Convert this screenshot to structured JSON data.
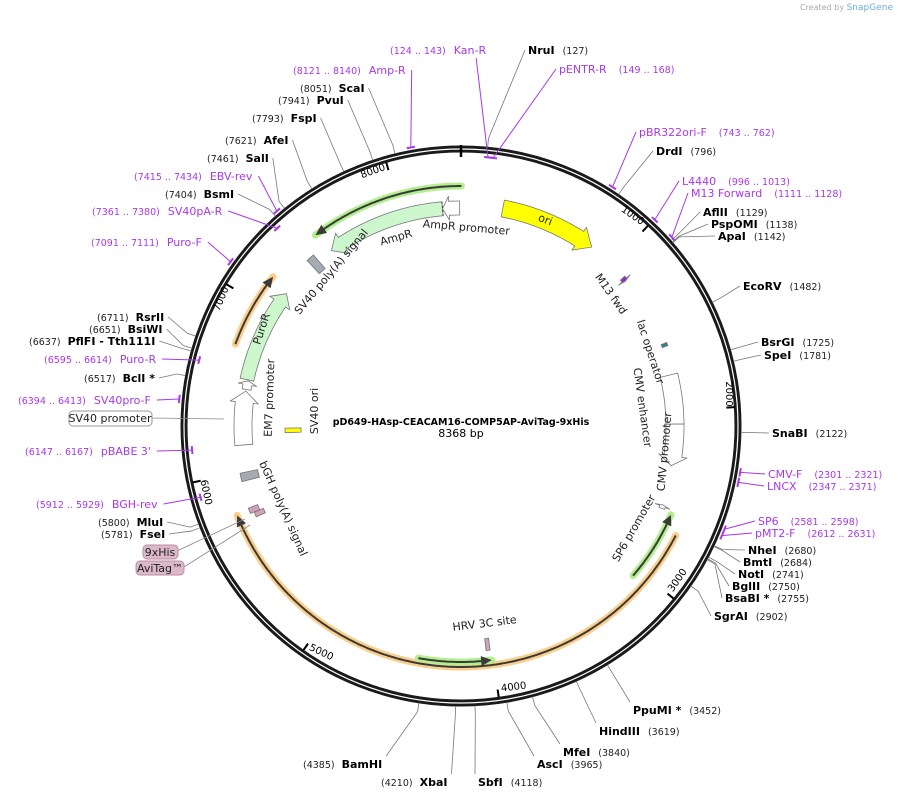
{
  "credit": {
    "prefix": "Created by",
    "brand": "SnapGene"
  },
  "plasmid": {
    "name": "pD649-HAsp-CEACAM16-COMP5AP-AviTag-9xHis",
    "length_label": "8368 bp",
    "length": 8368
  },
  "ticks": [
    {
      "label": "1000",
      "pos": 1000
    },
    {
      "label": "2000",
      "pos": 2000
    },
    {
      "label": "3000",
      "pos": 3000
    },
    {
      "label": "4000",
      "pos": 4000
    },
    {
      "label": "5000",
      "pos": 5000
    },
    {
      "label": "6000",
      "pos": 6000
    },
    {
      "label": "7000",
      "pos": 7000
    },
    {
      "label": "8000",
      "pos": 8000
    }
  ],
  "sites": [
    {
      "name": "NruI",
      "pos": 127
    },
    {
      "name": "DrdI",
      "pos": 796
    },
    {
      "name": "AflII",
      "pos": 1129
    },
    {
      "name": "PspOMI",
      "pos": 1138
    },
    {
      "name": "ApaI",
      "pos": 1142
    },
    {
      "name": "EcoRV",
      "pos": 1482
    },
    {
      "name": "BsrGI",
      "pos": 1725
    },
    {
      "name": "SpeI",
      "pos": 1781
    },
    {
      "name": "SnaBI",
      "pos": 2122
    },
    {
      "name": "NheI",
      "pos": 2680
    },
    {
      "name": "BmtI",
      "pos": 2684
    },
    {
      "name": "NotI",
      "pos": 2741
    },
    {
      "name": "BglII",
      "pos": 2750
    },
    {
      "name": "BsaBI *",
      "pos": 2755
    },
    {
      "name": "SgrAI",
      "pos": 2902
    },
    {
      "name": "PpuMI *",
      "pos": 3452
    },
    {
      "name": "HindIII",
      "pos": 3619
    },
    {
      "name": "MfeI",
      "pos": 3840
    },
    {
      "name": "AscI",
      "pos": 3965
    },
    {
      "name": "SbfI",
      "pos": 4118
    },
    {
      "name": "XbaI",
      "pos": 4210
    },
    {
      "name": "BamHI",
      "pos": 4385
    },
    {
      "name": "FseI",
      "pos": 5781
    },
    {
      "name": "MluI",
      "pos": 5800
    },
    {
      "name": "BclI *",
      "pos": 6517
    },
    {
      "name": "PflFI   - Tth111I",
      "pos": 6637
    },
    {
      "name": "BsiWI",
      "pos": 6651
    },
    {
      "name": "RsrII",
      "pos": 6711
    },
    {
      "name": "BsmI",
      "pos": 7404
    },
    {
      "name": "SalI",
      "pos": 7461
    },
    {
      "name": "AfeI",
      "pos": 7621
    },
    {
      "name": "FspI",
      "pos": 7793
    },
    {
      "name": "PvuI",
      "pos": 7941
    },
    {
      "name": "ScaI",
      "pos": 8051
    }
  ],
  "primers": [
    {
      "name": "Kan-R",
      "range": "124 .. 143",
      "strand": "rev"
    },
    {
      "name": "pENTR-R",
      "range": "149 .. 168",
      "strand": "rev"
    },
    {
      "name": "pBR322ori-F",
      "range": "743 .. 762",
      "strand": "fwd"
    },
    {
      "name": "L4440",
      "range": "996 .. 1013",
      "strand": "fwd"
    },
    {
      "name": "M13 Forward",
      "range": "1111 .. 1128",
      "strand": "fwd"
    },
    {
      "name": "CMV-F",
      "range": "2301 .. 2321",
      "strand": "fwd"
    },
    {
      "name": "LNCX",
      "range": "2347 .. 2371",
      "strand": "fwd"
    },
    {
      "name": "SP6",
      "range": "2581 .. 2598",
      "strand": "fwd"
    },
    {
      "name": "pMT2-F",
      "range": "2612 .. 2631",
      "strand": "fwd"
    },
    {
      "name": "BGH-rev",
      "range": "5912 .. 5929",
      "strand": "rev"
    },
    {
      "name": "pBABE 3'",
      "range": "6147 .. 6167",
      "strand": "rev"
    },
    {
      "name": "SV40pro-F",
      "range": "6394 .. 6413",
      "strand": "fwd"
    },
    {
      "name": "Puro-R",
      "range": "6595 .. 6614",
      "strand": "rev"
    },
    {
      "name": "Puro-F",
      "range": "7091 .. 7111",
      "strand": "fwd"
    },
    {
      "name": "SV40pA-R",
      "range": "7361 .. 7380",
      "strand": "rev"
    },
    {
      "name": "EBV-rev",
      "range": "7415 .. 7434",
      "strand": "fwd"
    },
    {
      "name": "Amp-R",
      "range": "8121 .. 8140",
      "strand": "fwd"
    }
  ],
  "features": {
    "ori": {
      "label": "ori",
      "start": 253,
      "end": 840,
      "dir": 1,
      "color": "#ffff00"
    },
    "ampr": {
      "label": "AmpR",
      "start": 7520,
      "end": 8255,
      "dir": -1,
      "color": "#ccf7cc"
    },
    "ampr_promoter": {
      "label": "AmpR promoter",
      "start": 8255,
      "end": 8360,
      "dir": -1,
      "color": "#ffffff"
    },
    "sv40_polya": {
      "label": "SV40 poly(A) signal",
      "start": 7370,
      "end": 7420,
      "color": "#a6aab2"
    },
    "puror": {
      "label": "PuroR",
      "start": 6560,
      "end": 7140,
      "dir": 1,
      "color": "#ccf7cc"
    },
    "em7_promoter": {
      "label": "EM7 promoter",
      "start": 6500,
      "end": 6555,
      "dir": 1,
      "color": "#ffffff"
    },
    "sv40_promoter": {
      "label": "SV40 promoter",
      "start": 6160,
      "end": 6490,
      "dir": 1,
      "color": "#ffffff"
    },
    "sv40_ori": {
      "label": "SV40 ori",
      "start": 6225,
      "end": 6260,
      "color": "#ffff00"
    },
    "bgh_polya": {
      "label": "bGH poly(A) signal",
      "start": 5945,
      "end": 5995,
      "color": "#a6aab2"
    },
    "his_tag": {
      "label": "9xHis",
      "start": 5720,
      "end": 5750,
      "color": "#cfa2b8"
    },
    "avitag": {
      "label": "AviTag™",
      "start": 5752,
      "end": 5785,
      "color": "#cfa2b8"
    },
    "hrv3c": {
      "label": "HRV 3C site",
      "start": 4012,
      "end": 4036,
      "color": "#cfa2b8"
    },
    "m13_fwd": {
      "label": "M13 fwd",
      "start": 1105,
      "end": 1130,
      "dir": 1,
      "color": "#8c2fc9"
    },
    "lac_operator": {
      "label": "lac operator",
      "start": 1578,
      "end": 1598,
      "color": "#2b7f93"
    },
    "cmv_enhancer": {
      "label": "CMV enhancer",
      "start": 1773,
      "end": 2080,
      "color": "#ffffff"
    },
    "cmv_promoter": {
      "label": "CMV promoter",
      "start": 2080,
      "end": 2340,
      "dir": 1,
      "color": "#ffffff"
    },
    "sp6_promoter": {
      "label": "SP6 promoter",
      "start": 2588,
      "end": 2610,
      "dir": -1,
      "color": "#ffffff"
    }
  },
  "orfs": [
    {
      "start": 7500,
      "end": 8370,
      "dir": -1,
      "color": "#b4ef8f"
    },
    {
      "start": 6740,
      "end": 7170,
      "dir": 1,
      "color": "#fbcf8a"
    },
    {
      "start": 2720,
      "end": 5770,
      "dir": 1,
      "color": "#fbcf8a"
    },
    {
      "start": 2625,
      "end": 3046,
      "dir": -1,
      "color": "#b4ef8f"
    },
    {
      "start": 4010,
      "end": 4426,
      "dir": -1,
      "color": "#b4ef8f"
    }
  ],
  "colors": {
    "site": "#000000",
    "primer": "#a838e8",
    "backbone": "#1a1a1a"
  }
}
